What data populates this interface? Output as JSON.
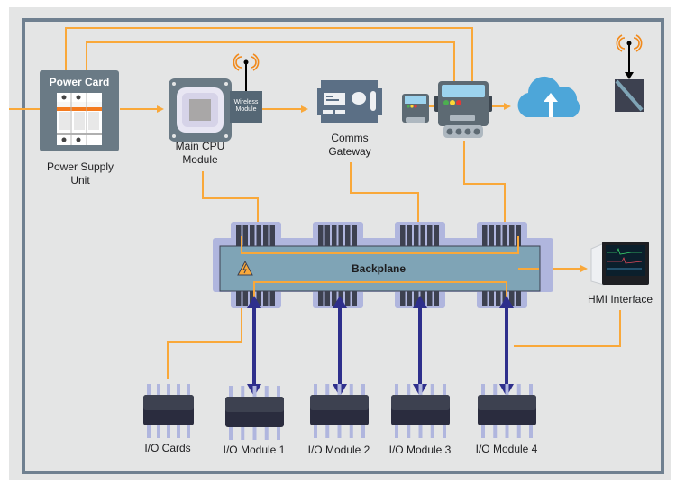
{
  "diagram": {
    "title": "PLC System Architecture",
    "nodes": {
      "power_card": {
        "title": "Power Card",
        "label": "Power Supply Unit",
        "label_line1": "Power Supply",
        "label_line2": "Unit"
      },
      "cpu": {
        "label_line1": "Main CPU",
        "label_line2": "Module"
      },
      "wireless": {
        "label_line1": "Wireless",
        "label_line2": "Module"
      },
      "gateway": {
        "label_line1": "Comms",
        "label_line2": "Gateway"
      },
      "backplane": {
        "label": "Backplane"
      },
      "hmi": {
        "label": "HMI Interface"
      },
      "io_cards": {
        "label": "I/O Cards"
      },
      "io_modules": [
        {
          "label": "I/O Module 1"
        },
        {
          "label": "I/O Module 2"
        },
        {
          "label": "I/O Module 3"
        },
        {
          "label": "I/O Module 4"
        }
      ],
      "cloud": {
        "icon": "cloud-upload-icon"
      },
      "meters": {
        "icon": "energy-meter-icon"
      },
      "remote_antenna": {
        "icon": "antenna-icon"
      }
    },
    "colors": {
      "signal_line": "#f9a83a",
      "bus_arrow": "#2e2f8c",
      "frame": "#6f8090",
      "panel_bg": "#e4e5e5",
      "device_gray": "#6a7a85",
      "backplane": "#7fa4b6",
      "backplane_halo": "#b0b6de",
      "connector": "#3d4150",
      "cloud": "#4da6d9",
      "wifi": "#f18a1c"
    }
  }
}
